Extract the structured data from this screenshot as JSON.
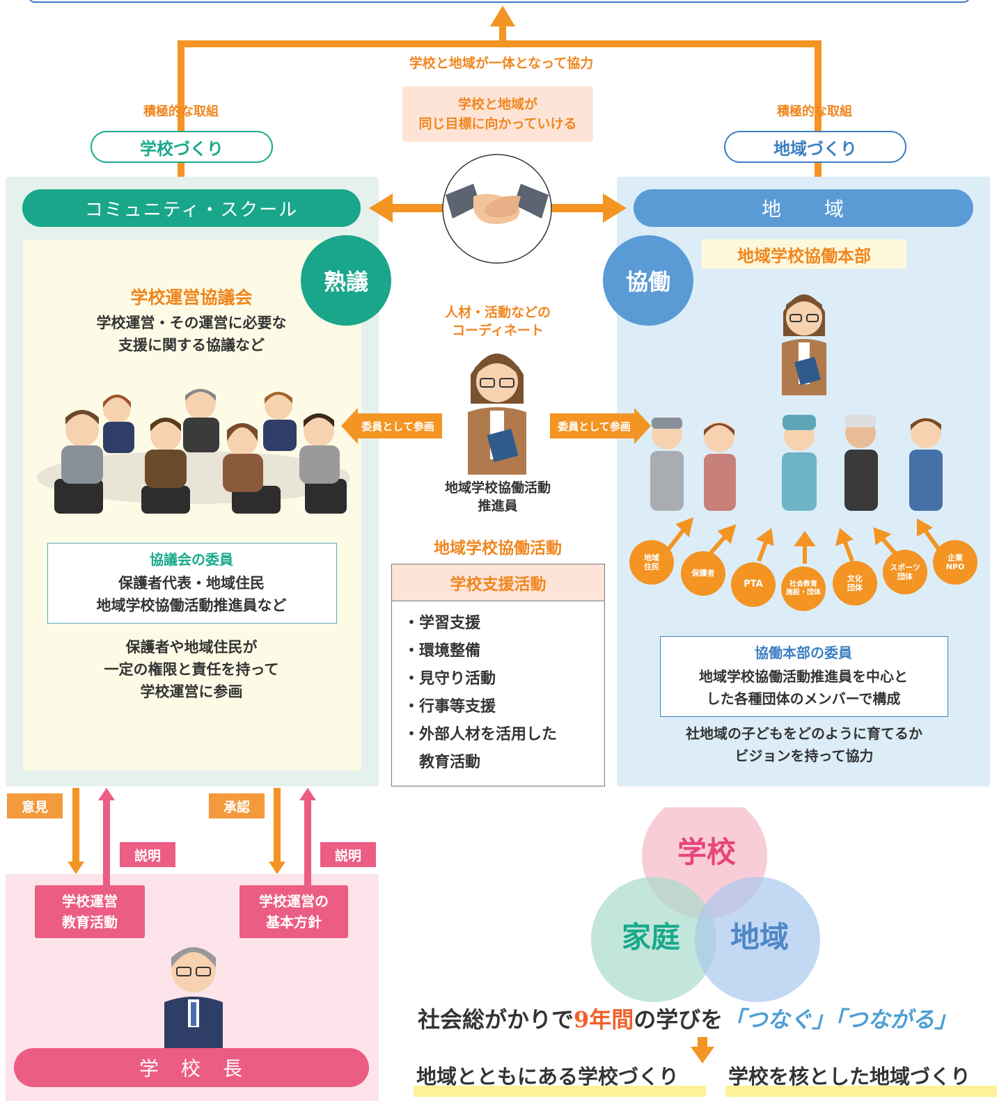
{
  "top": {
    "cooperate": "学校と地域が一体となって協力",
    "same_goal_line1": "学校と地域が",
    "same_goal_line2": "同じ目標に向かっていける",
    "left_active": "積極的な取組",
    "right_active": "積極的な取組",
    "school_making": "学校づくり",
    "community_making": "地域づくり"
  },
  "left": {
    "header": "コミュニティ・スクール",
    "badge": "熟議",
    "council_title": "学校運営協議会",
    "council_desc_line1": "学校運営・その運営に必要な",
    "council_desc_line2": "支援に関する協議など",
    "members_title": "協議会の委員",
    "members_line1": "保護者代表・地域住民",
    "members_line2": "地域学校協働活動推進員など",
    "bottom_line1": "保護者や地域住民が",
    "bottom_line2": "一定の権限と責任を持って",
    "bottom_line3": "学校運営に参画"
  },
  "center": {
    "coord_line1": "人材・活動などの",
    "coord_line2": "コーディネート",
    "participate_left": "委員として参画",
    "participate_right": "委員として参画",
    "promoter_line1": "地域学校協働活動",
    "promoter_line2": "推進員",
    "activity_title": "地域学校協働活動",
    "support_title": "学校支援活動",
    "support_items": [
      "・学習支援",
      "・環境整備",
      "・見守り活動",
      "・行事等支援",
      "・外部人材を活用した",
      "　教育活動"
    ]
  },
  "right": {
    "header": "地　　域",
    "badge": "協働",
    "hq_title": "地域学校協働本部",
    "groups": [
      "地域\n住民",
      "保護者",
      "PTA",
      "社会教育\n施設・団体",
      "文化\n団体",
      "スポーツ\n団体",
      "企業\nNPO"
    ],
    "members_title": "協働本部の委員",
    "members_line1": "地域学校協働活動推進員を中心と",
    "members_line2": "した各種団体のメンバーで構成",
    "bottom_line1": "社地域の子どもをどのように育てるか",
    "bottom_line2": "ビジョンを持って協力"
  },
  "principal_area": {
    "opinion": "意見",
    "explain1": "説明",
    "approve": "承認",
    "explain2": "説明",
    "box1_line1": "学校運営",
    "box1_line2": "教育活動",
    "box2_line1": "学校運営の",
    "box2_line2": "基本方針",
    "principal": "学　校　長"
  },
  "venn": {
    "school": "学校",
    "family": "家庭",
    "community": "地域"
  },
  "slogan": {
    "part1": "社会総がかりで",
    "part2": "9年間",
    "part3": "の学びを",
    "part4": "「つなぐ」「つながる」",
    "left": "地域とともにある学校づくり",
    "right": "学校を核とした地域づくり"
  },
  "colors": {
    "orange": "#f39423",
    "teal": "#17a98a",
    "blue": "#5b9bd5",
    "pink": "#ec5d83"
  }
}
